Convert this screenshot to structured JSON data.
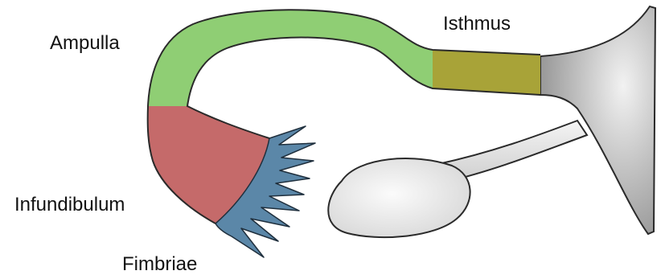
{
  "labels": {
    "ampulla": "Ampulla",
    "isthmus": "Isthmus",
    "infundibulum": "Infundibulum",
    "fimbriae": "Fimbriae"
  },
  "colors": {
    "ampulla": "#8fce74",
    "isthmus": "#a8a338",
    "infundibulum": "#c56a6a",
    "fimbriae": "#5b87a8",
    "uterus": "#a7a7a7",
    "ovary": "#e6e6e6",
    "outline": "#2a2a2a"
  }
}
